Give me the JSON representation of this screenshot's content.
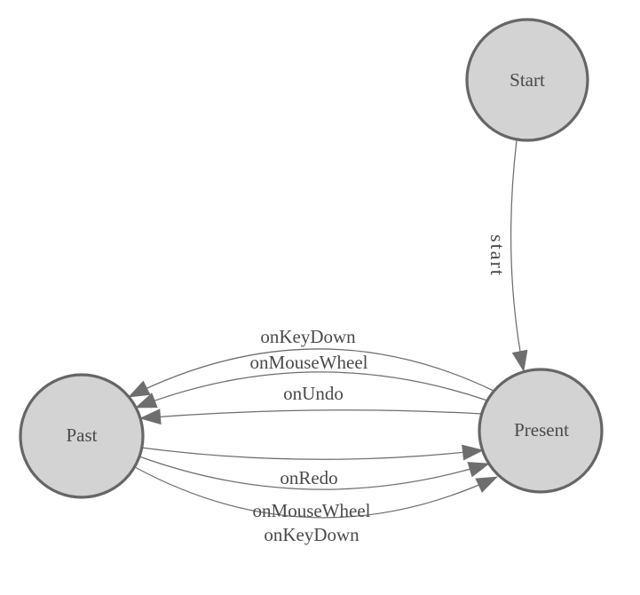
{
  "diagram": {
    "type": "state-machine",
    "colors": {
      "background": "#ffffff",
      "node_fill": "#d3d3d3",
      "node_stroke": "#666666",
      "edge_stroke": "#6e6e6e",
      "arrow_fill": "#6e6e6e",
      "label_text": "#4a4a4a"
    },
    "nodes": {
      "start": {
        "label": "Start"
      },
      "present": {
        "label": "Present"
      },
      "past": {
        "label": "Past"
      }
    },
    "edges": {
      "start_to_present": {
        "label": "start",
        "from": "Start",
        "to": "Present"
      },
      "present_to_past": [
        {
          "label": "onKeyDown",
          "from": "Present",
          "to": "Past"
        },
        {
          "label": "onMouseWheel",
          "from": "Present",
          "to": "Past"
        },
        {
          "label": "onUndo",
          "from": "Present",
          "to": "Past"
        }
      ],
      "past_to_present": [
        {
          "label": "onRedo",
          "from": "Past",
          "to": "Present"
        },
        {
          "label": "onMouseWheel",
          "from": "Past",
          "to": "Present"
        },
        {
          "label": "onKeyDown",
          "from": "Past",
          "to": "Present"
        }
      ]
    }
  }
}
